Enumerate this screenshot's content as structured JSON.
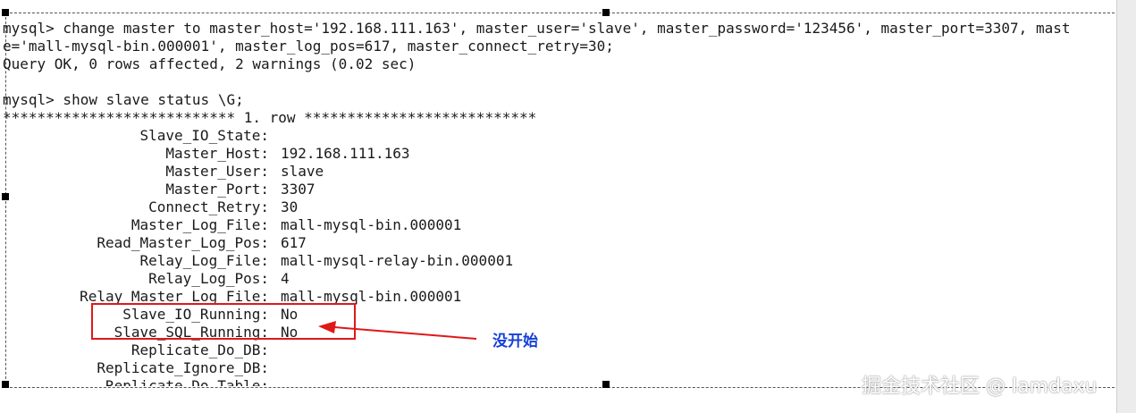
{
  "terminal": {
    "lines": [
      "mysql> change master to master_host='192.168.111.163', master_user='slave', master_password='123456', master_port=3307, mast",
      "e='mall-mysql-bin.000001', master_log_pos=617, master_connect_retry=30;",
      "Query OK, 0 rows affected, 2 warnings (0.02 sec)",
      "",
      "mysql> show slave status \\G;",
      "*************************** 1. row ***************************"
    ],
    "fields": [
      {
        "label": "Slave_IO_State:",
        "value": ""
      },
      {
        "label": "Master_Host:",
        "value": "192.168.111.163"
      },
      {
        "label": "Master_User:",
        "value": "slave"
      },
      {
        "label": "Master_Port:",
        "value": "3307"
      },
      {
        "label": "Connect_Retry:",
        "value": "30"
      },
      {
        "label": "Master_Log_File:",
        "value": "mall-mysql-bin.000001"
      },
      {
        "label": "Read_Master_Log_Pos:",
        "value": "617"
      },
      {
        "label": "Relay_Log_File:",
        "value": "mall-mysql-relay-bin.000001"
      },
      {
        "label": "Relay_Log_Pos:",
        "value": "4"
      },
      {
        "label": "Relay_Master_Log_File:",
        "value": "mall-mysql-bin.000001"
      },
      {
        "label": "Slave_IO_Running:",
        "value": "No"
      },
      {
        "label": "Slave_SQL_Running:",
        "value": "No"
      },
      {
        "label": "Replicate_Do_DB:",
        "value": ""
      },
      {
        "label": "Replicate_Ignore_DB:",
        "value": ""
      },
      {
        "label": "Replicate_Do_Table:",
        "value": ""
      }
    ]
  },
  "annotation": {
    "text": "没开始"
  },
  "watermark": {
    "text": "掘金技术社区 @ lamdaxu"
  },
  "colors": {
    "highlight_box": "#e01818",
    "arrow": "#e01818",
    "annotation": "#1540d8"
  }
}
